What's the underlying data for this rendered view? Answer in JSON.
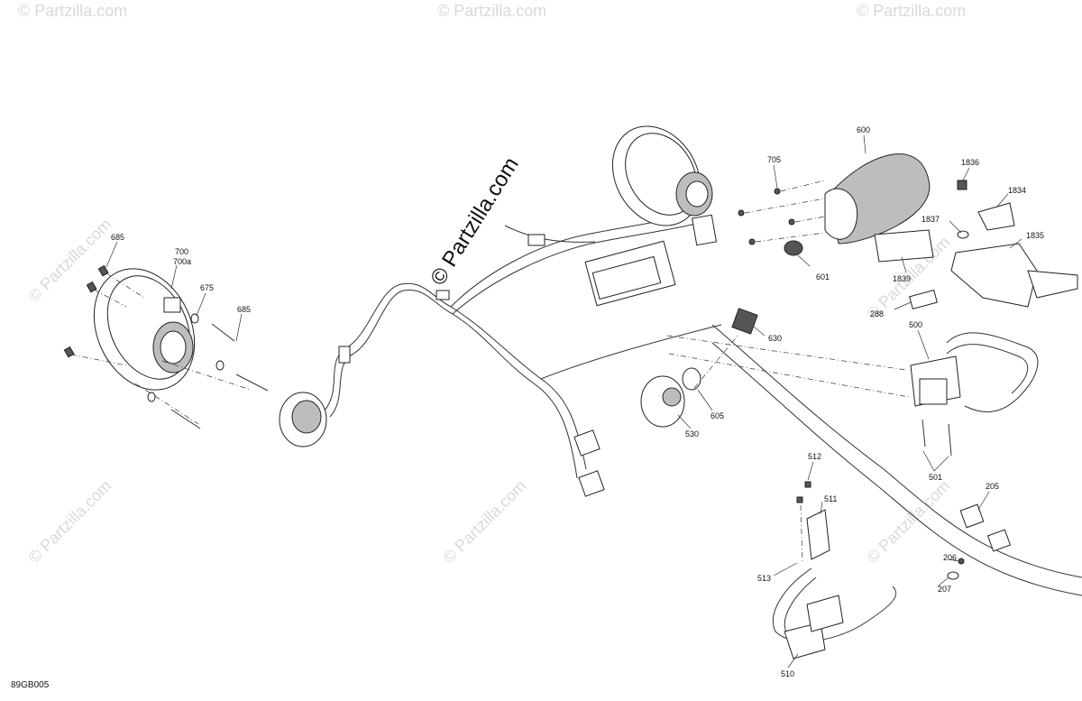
{
  "diagram_code": "89GB005",
  "watermark": "© Partzilla.com",
  "callouts": {
    "c685a": "685",
    "c700": "700",
    "c700a": "700a",
    "c675": "675",
    "c685b": "685",
    "c705": "705",
    "c600": "600",
    "c601": "601",
    "c1836": "1836",
    "c1834": "1834",
    "c1837": "1837",
    "c1835": "1835",
    "c1839": "1839",
    "c288": "288",
    "c500": "500",
    "c630": "630",
    "c605": "605",
    "c530": "530",
    "c501": "501",
    "c512": "512",
    "c511": "511",
    "c513": "513",
    "c510": "510",
    "c205": "205",
    "c206": "206",
    "c207": "207"
  }
}
